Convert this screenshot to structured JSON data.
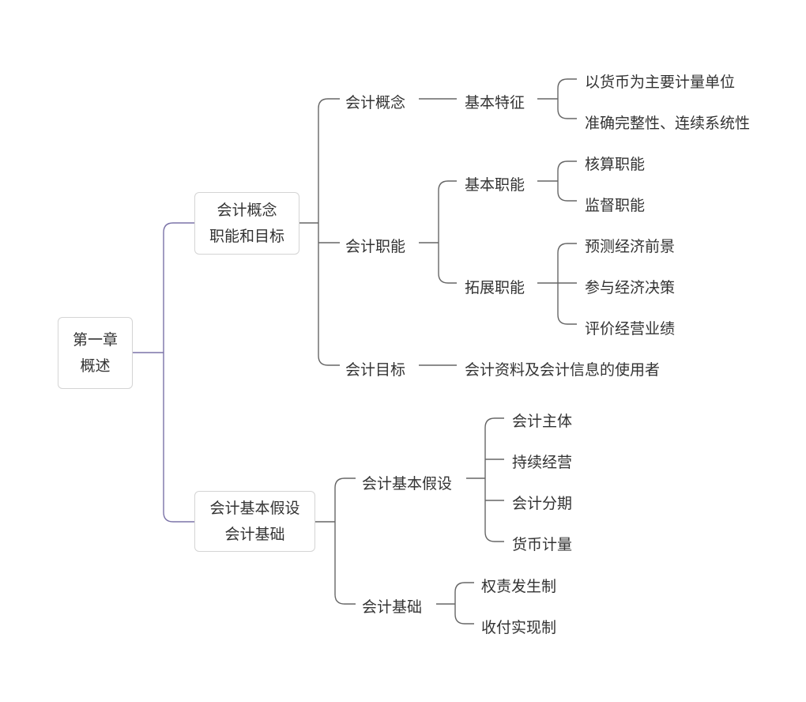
{
  "root": {
    "line1": "第一章",
    "line2": "概述"
  },
  "branch1": {
    "line1": "会计概念",
    "line2": "职能和目标",
    "concept": {
      "label": "会计概念",
      "feature": {
        "label": "基本特征",
        "items": [
          "以货币为主要计量单位",
          "准确完整性、连续系统性"
        ]
      }
    },
    "function": {
      "label": "会计职能",
      "basic": {
        "label": "基本职能",
        "items": [
          "核算职能",
          "监督职能"
        ]
      },
      "extended": {
        "label": "拓展职能",
        "items": [
          "预测经济前景",
          "参与经济决策",
          "评价经营业绩"
        ]
      }
    },
    "goal": {
      "label": "会计目标",
      "child": "会计资料及会计信息的使用者"
    }
  },
  "branch2": {
    "line1": "会计基本假设",
    "line2": "会计基础",
    "assumptions": {
      "label": "会计基本假设",
      "items": [
        "会计主体",
        "持续经营",
        "会计分期",
        "货币计量"
      ]
    },
    "basis": {
      "label": "会计基础",
      "items": [
        "权责发生制",
        "收付实现制"
      ]
    }
  },
  "colors": {
    "primary_connector": "#7b73a8",
    "connector": "#666666",
    "box_border": "#d4d4d4"
  }
}
